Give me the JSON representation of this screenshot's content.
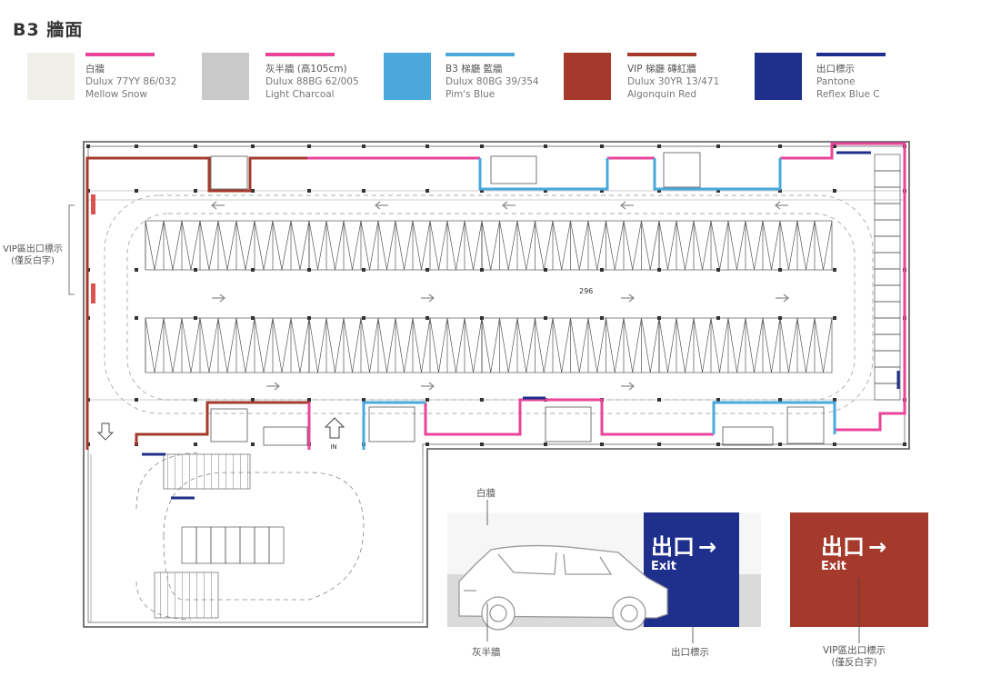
{
  "page": {
    "title": "B3 牆面"
  },
  "legend": [
    {
      "name": "白牆",
      "code": "Dulux 77YY 86/032",
      "color_name": "Mellow Snow",
      "swatch": "#f0efe9",
      "line": "#e8449a"
    },
    {
      "name": "灰半牆 (高105cm)",
      "code": "Dulux 88BG 62/005",
      "color_name": "Light Charcoal",
      "swatch": "#c9c9c9",
      "line": "#e8449a"
    },
    {
      "name": "B3 梯廳 藍牆",
      "code": "Dulux 80BG 39/354",
      "color_name": "Pim's Blue",
      "swatch": "#4aa8dc",
      "line": "#4aa8dc"
    },
    {
      "name": "VIP 梯廳 磚紅牆",
      "code": "Dulux 30YR 13/471",
      "color_name": "Algonquin Red",
      "swatch": "#a53a2c",
      "line": "#a53a2c"
    },
    {
      "name": "出口標示",
      "code": "Pantone",
      "color_name": "Reflex Blue C",
      "swatch": "#1f2f8c",
      "line": "#1f2f8c"
    }
  ],
  "plan": {
    "side_label": [
      "VIP區出口標示",
      "(僅反白字)"
    ],
    "center_label": "296",
    "in_label": "IN"
  },
  "illustration": {
    "wall_label": "白牆",
    "half_wall_label": "灰半牆",
    "exit_sign_label": "出口標示",
    "vip_sign_label": [
      "VIP區出口標示",
      "(僅反白字)"
    ],
    "exit_cn": "出口",
    "exit_en": "Exit",
    "arrow": "→"
  }
}
